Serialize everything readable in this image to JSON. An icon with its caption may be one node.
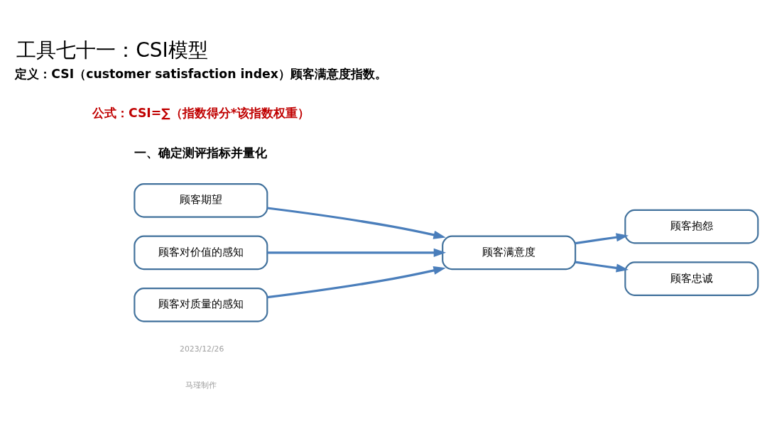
{
  "diagram": {
    "title": "工具七十一：CSI模型",
    "nodes": [
      {
        "text": [
          "顾客期望"
        ]
      },
      {
        "text": [
          "顾客对价值的感知"
        ]
      },
      {
        "text": [
          "顾客对质量的感知"
        ]
      },
      {
        "text": [
          "顾客满意度"
        ]
      },
      {
        "text": [
          "顾客抱怨"
        ]
      },
      {
        "text": [
          "顾客忠诚"
        ]
      }
    ],
    "edges": [
      {
        "from": 0,
        "to": 3,
        "arrow": "to"
      },
      {
        "from": 1,
        "to": 3,
        "arrow": "to"
      },
      {
        "from": 2,
        "to": 3,
        "arrow": "to"
      },
      {
        "from": 3,
        "to": 4,
        "arrow": "to"
      },
      {
        "from": 3,
        "to": 5,
        "arrow": "to"
      }
    ],
    "labels": [
      "定义：CSI（customer satisfaction index）顾客满意度指数。",
      "公式：CSI=∑（指数得分*该指数权重）",
      "一、确定测评指标并量化",
      "2023/12/26",
      "马瑾制作"
    ]
  }
}
